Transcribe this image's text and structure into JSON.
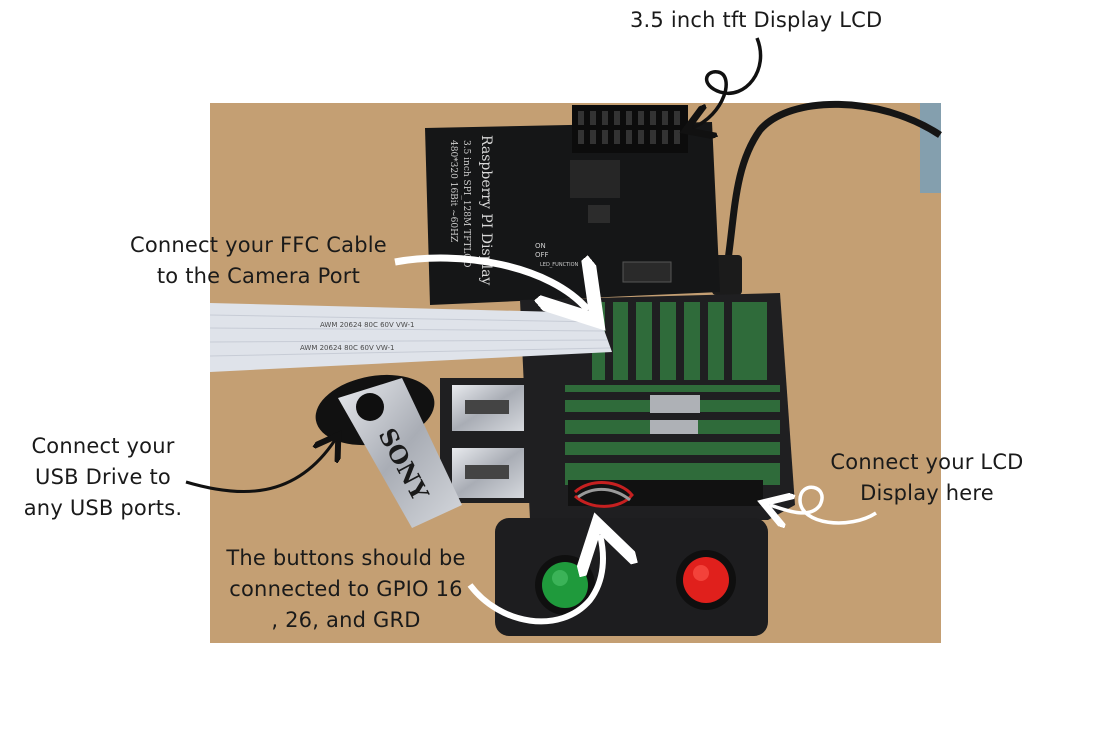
{
  "labels": {
    "lcd_top": "3.5 inch tft Display LCD",
    "ffc_line1": "Connect your FFC Cable",
    "ffc_line2": "to the Camera Port",
    "usb_line1": "Connect your",
    "usb_line2": "USB Drive to",
    "usb_line3": "any USB ports.",
    "lcd_right_line1": "Connect your LCD",
    "lcd_right_line2": "Display here",
    "buttons_line1": "The buttons should be",
    "buttons_line2": "connected to GPIO 16",
    "buttons_line3": ", 26, and GRD"
  },
  "board_text": {
    "lcd_line1": "Raspberry PI Display",
    "lcd_line2": "3.5 inch SPI_128M TFTLCD",
    "lcd_line3": "480*320 16Bit ~60HZ",
    "cable_print": "AWM 20624 80C 60V VW-1",
    "usb_brand": "SONY",
    "led_label": "LED_FUNCTION",
    "on_label": "ON",
    "off_label": "OFF"
  },
  "colors": {
    "background": "#ffffff",
    "cardboard": "#c9a478",
    "case": "#1f1f21",
    "pcb": "#2f6b3a",
    "cable": "#dfe3ea",
    "button_green": "#1f9a3c",
    "button_red": "#e0201c",
    "text": "#1a1a1a"
  }
}
